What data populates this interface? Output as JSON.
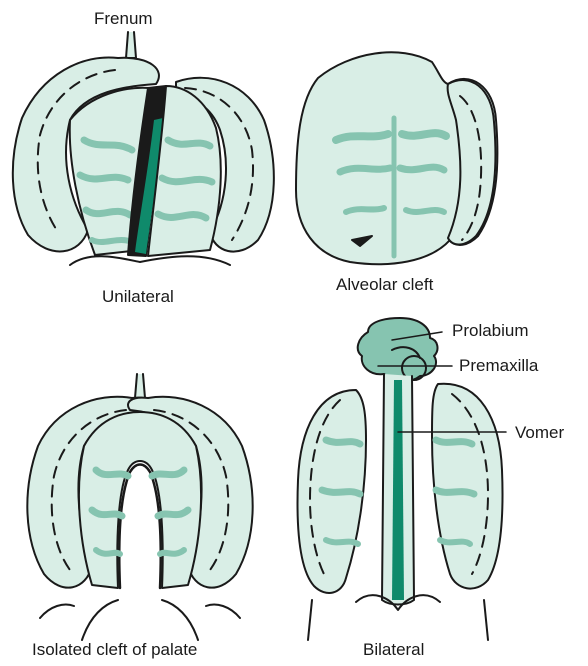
{
  "labels": {
    "frenum": "Frenum",
    "unilateral": "Unilateral",
    "alveolar_cleft": "Alveolar cleft",
    "isolated_cleft": "Isolated cleft of palate",
    "bilateral": "Bilateral",
    "prolabium": "Prolabium",
    "premaxilla": "Premaxilla",
    "vomer": "Vomer"
  },
  "colors": {
    "tissue_fill": "#d9eee6",
    "tissue_mark": "#86c4b0",
    "cleft_dark": "#0f8a6b",
    "outline": "#1a1a1a"
  }
}
